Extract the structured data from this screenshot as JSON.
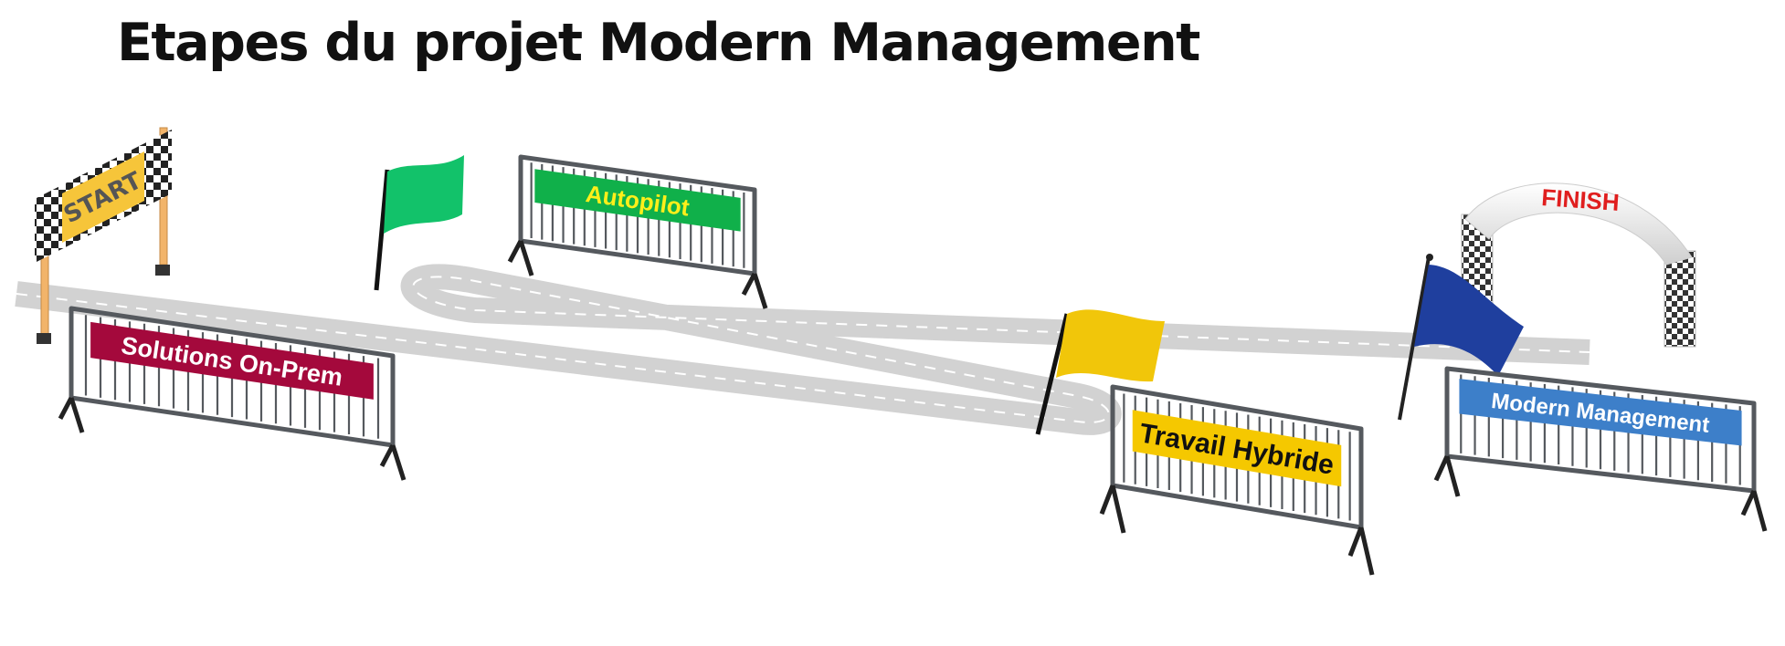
{
  "title": "Etapes du projet Modern Management",
  "start_label": "START",
  "finish_label": "FINISH",
  "milestones": [
    {
      "label": "Solutions On-Prem",
      "color": "#a4093c",
      "text_color": "#ffffff"
    },
    {
      "label": "Autopilot",
      "color": "#10b04a",
      "text_color": "#ffef1a"
    },
    {
      "label": "Travail Hybride",
      "color": "#f5c800",
      "text_color": "#111111"
    },
    {
      "label": "Modern Management",
      "color": "#3d7fc9",
      "text_color": "#ffffff"
    }
  ],
  "flags": [
    {
      "icon": "green-flag-icon",
      "color": "#12c26a"
    },
    {
      "icon": "yellow-flag-icon",
      "color": "#f1c60a"
    },
    {
      "icon": "blue-flag-icon",
      "color": "#1f3f9e"
    }
  ],
  "colors": {
    "road": "#d2d2d2",
    "road_marking": "#ffffff",
    "barrier": "#55595e",
    "start_banner": "#f6c53a",
    "finish_arch": "#e9e9e9",
    "finish_text": "#e01e1e"
  }
}
